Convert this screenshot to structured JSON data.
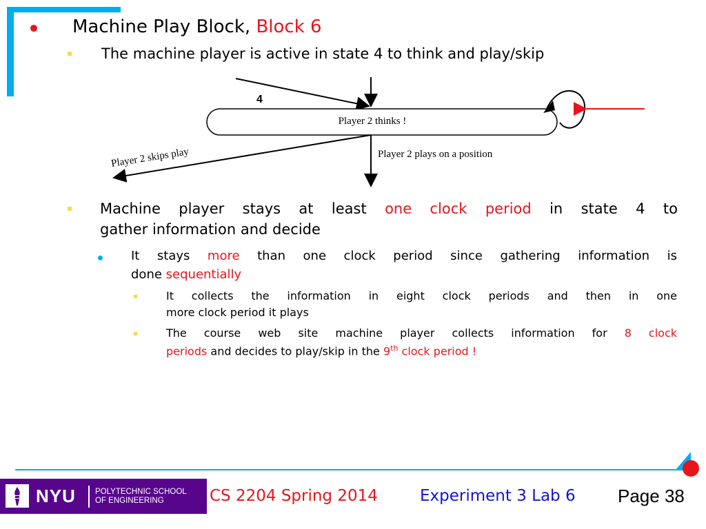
{
  "slide": {
    "title_prefix": "Machine Play Block, ",
    "title_highlight": "Block 6",
    "sub1": "The machine player is active in state 4 to think and play/skip",
    "b2_l1_a": "Machine player stays at least ",
    "b2_l1_b": "one clock period",
    "b2_l1_c": " in state 4 to",
    "b2_l2": "gather information and decide",
    "b3_l1_a": "It stays ",
    "b3_l1_b": "more",
    "b3_l1_c": " than one clock period since gathering information is",
    "b3_l2_a": "done ",
    "b3_l2_b": "sequentially",
    "b4_l1": "It collects the information  in eight clock periods and then in one",
    "b4_l2": "more clock period it plays",
    "b5_l1_a": "The course web site machine player collects information for ",
    "b5_l1_b": "8 clock",
    "b5_l2_a": "periods",
    "b5_l2_b": " and decides to play/skip in the ",
    "b5_l2_c": "9",
    "b5_l2_sup": "th",
    "b5_l2_d": " clock period",
    "b5_l2_e": " !"
  },
  "diagram": {
    "state_number": "4",
    "state_label": "Player 2 thinks !",
    "skip_label": "Player 2 skips play",
    "play_label": "Player 2 plays on a position"
  },
  "footer": {
    "logo_text": "NYU",
    "school_line1": "POLYTECHNIC SCHOOL",
    "school_line2": "OF ENGINEERING",
    "course": "CS 2204 Spring 2014",
    "experiment": "Experiment 3 Lab 6",
    "page": "Page 38"
  },
  "colors": {
    "accent_blue": "#00aeef",
    "accent_red": "#e8141b",
    "nyu_purple": "#57068c",
    "link_blue": "#1414d2"
  }
}
